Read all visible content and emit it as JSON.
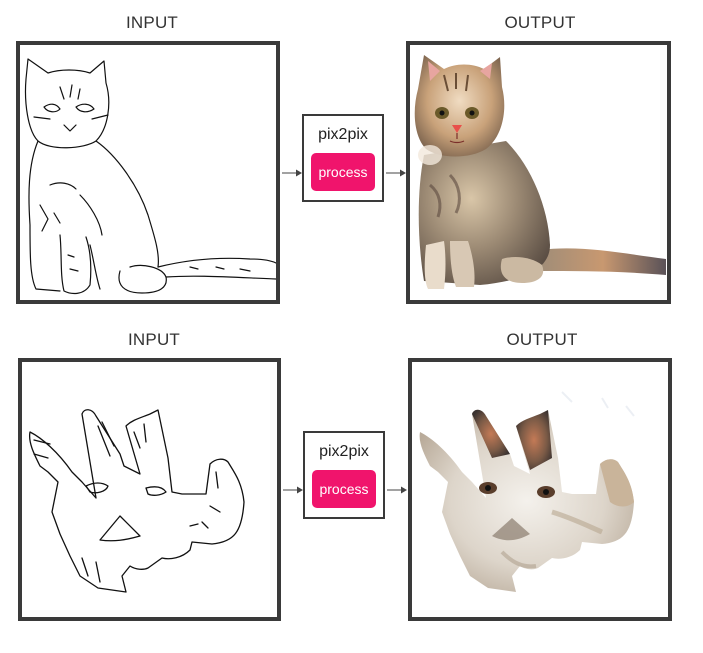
{
  "rows": [
    {
      "input_label": "INPUT",
      "output_label": "OUTPUT",
      "model_name": "pix2pix",
      "process_label": "process"
    },
    {
      "input_label": "INPUT",
      "output_label": "OUTPUT",
      "model_name": "pix2pix",
      "process_label": "process"
    }
  ],
  "colors": {
    "button": "#f0146c",
    "frame_border": "#3a3a3a"
  }
}
